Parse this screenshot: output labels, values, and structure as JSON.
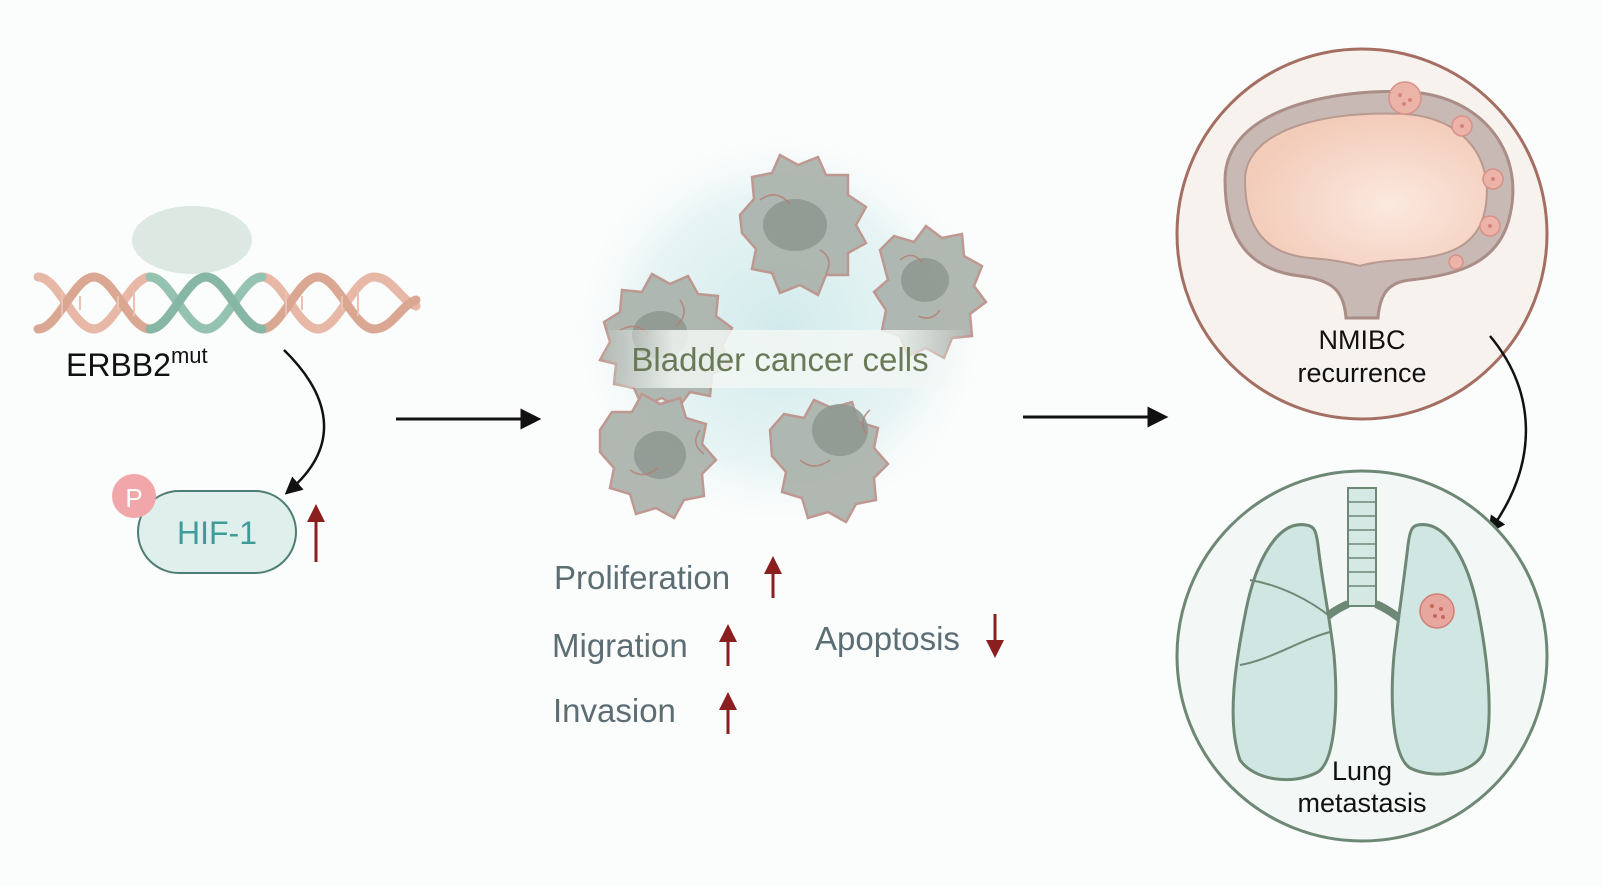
{
  "gene": {
    "name": "ERBB2",
    "superscript": "mut"
  },
  "protein": {
    "name": "HIF-1",
    "modification": "P"
  },
  "cells": {
    "label": "Bladder cancer cells"
  },
  "effects": [
    {
      "label": "Proliferation",
      "direction": "up"
    },
    {
      "label": "Migration",
      "direction": "up"
    },
    {
      "label": "Invasion",
      "direction": "up"
    },
    {
      "label": "Apoptosis",
      "direction": "down"
    }
  ],
  "outcomes": {
    "recurrence": {
      "line1": "NMIBC",
      "line2": "recurrence"
    },
    "metastasis": {
      "line1": "Lung",
      "line2": "metastasis"
    }
  },
  "colors": {
    "up_down_arrow": "#8b1f1f",
    "effect_text": "#5c6e74",
    "hif_fill": "#dff0ec",
    "hif_text": "#3f9a98",
    "dna_pink": "#e6b39f",
    "dna_green": "#8fbfae",
    "cell_fill": "#a9b1aa",
    "cell_glow": "#bfe1e2",
    "bladder_ring": "#a46f62",
    "lung_ring": "#6e8876",
    "lung_fill": "#cfe6e3",
    "lesion": "#e7a79f"
  }
}
